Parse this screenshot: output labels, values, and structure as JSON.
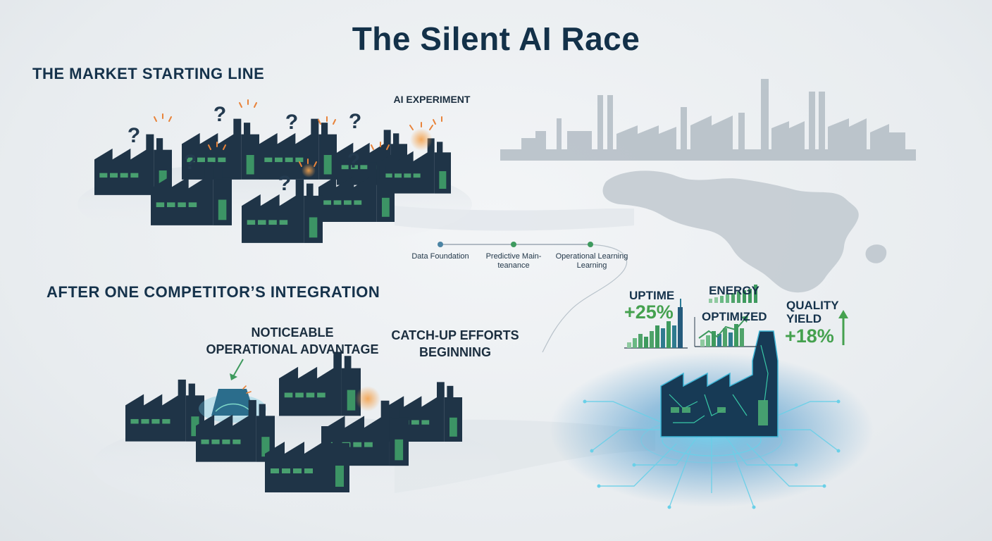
{
  "title": "The Silent AI Race",
  "sections": {
    "starting_line": "THE MARKET STARTING LINE",
    "after_integration": "AFTER ONE COMPETITOR’S INTEGRATION"
  },
  "annotations": {
    "ai_experiment": "AI EXPERIMENT",
    "noticeable_advantage": "NOTICEABLE OPERATIONAL ADVANTAGE",
    "catch_up": "CATCH-UP EFFORTS BEGINNING"
  },
  "timeline": [
    {
      "label": "Data Foundation"
    },
    {
      "label": "Predictive Main-\nteanance"
    },
    {
      "label": "Operational Learning\nLearning"
    }
  ],
  "metrics": {
    "uptime": {
      "name": "UPTIME",
      "value": "+25%"
    },
    "energy": {
      "name": "ENERGY\nOPTIMIZED"
    },
    "quality": {
      "name": "QUALITY\nYIELD",
      "value": "+18%"
    }
  },
  "markers": {
    "question": "?"
  },
  "colors": {
    "title": "#133149",
    "factory_body": "#1f3447",
    "factory_window": "#4cab73",
    "metric_green": "#45a14f",
    "ai_glow": "#27a3c9",
    "alert_orange": "#e8833a",
    "skyline": "#b3bdc5"
  },
  "icons": [
    "factory-icon",
    "question-mark-icon",
    "warning-spark-icon",
    "arrow-up-icon",
    "circuit-icon",
    "bar-chart-icon"
  ]
}
